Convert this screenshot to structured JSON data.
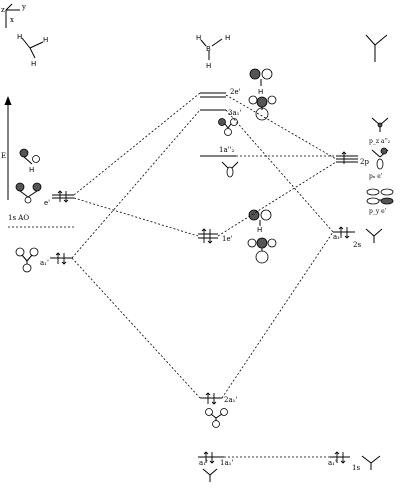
{
  "axes_corner": {
    "z": "z",
    "y": "y",
    "x": "x"
  },
  "molecules": {
    "h3_left": {
      "atoms": [
        "H",
        "H",
        "H"
      ]
    },
    "bh3_center": {
      "atoms": [
        "B",
        "H",
        "H",
        "H"
      ]
    }
  },
  "energy_axis_label": "E",
  "left_fragment": {
    "ao_label": "1s AO",
    "orbital_labels": {
      "e": "e'",
      "a1": "a₁'",
      "h": "H"
    }
  },
  "center_mos": {
    "e2": "2e'",
    "a1_3": "3a₁'",
    "a2_1": "1a''₂",
    "e1": "1e'",
    "a1_2": "2a₁'",
    "a1_1": "1a₁'",
    "h_small": "H"
  },
  "core_labels": {
    "left": "a₁'",
    "right": "a₁'"
  },
  "right_fragment": {
    "p_levels": "2p",
    "s_level": "2s",
    "core_level": "1s",
    "s_orb_label": "a₁'",
    "pz_label": "p_z a''₂",
    "px_label": "pₓ e'",
    "py_label": "p_y e'"
  }
}
